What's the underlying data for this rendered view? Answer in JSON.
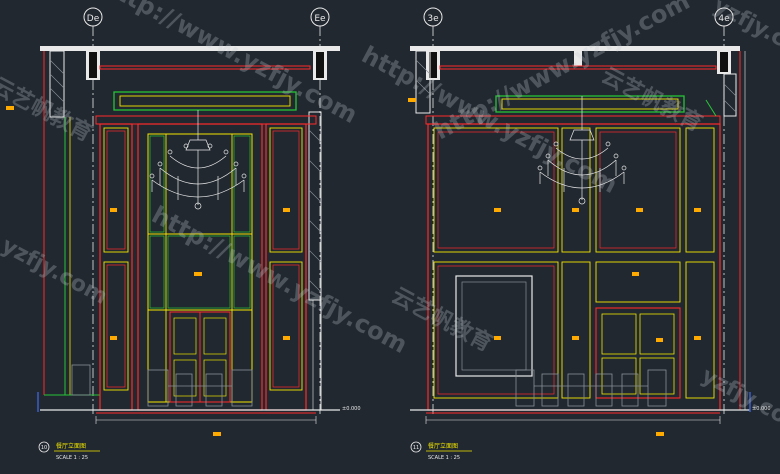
{
  "colors": {
    "background": "#212830",
    "red": "#ff2a2a",
    "yellow": "#f2e600",
    "green": "#27c437",
    "white": "#e9e9e9",
    "blue": "#3a5ec8",
    "grey": "#8a8f96",
    "tag_orange": "#ffaa00"
  },
  "axes": {
    "left_1": "De",
    "left_2": "Ee",
    "right_1": "3e",
    "right_2": "4e"
  },
  "level_marks": {
    "left": "±0.000",
    "right": "±0.000"
  },
  "title_blocks": {
    "left": {
      "number": "10",
      "title": "餐厅立面图",
      "scale": "SCALE 1 : 25"
    },
    "right": {
      "number": "11",
      "title": "餐厅立面图",
      "scale": "SCALE 1 : 25"
    }
  },
  "watermarks": {
    "url": "http://www.yzfjy.com",
    "brand": "云艺帆教育",
    "short": "yzfjy.com"
  },
  "icons": {
    "left_chandelier": "chandelier-icon",
    "right_chandelier": "chandelier-icon",
    "axis_marker": "axis-bubble-icon"
  }
}
